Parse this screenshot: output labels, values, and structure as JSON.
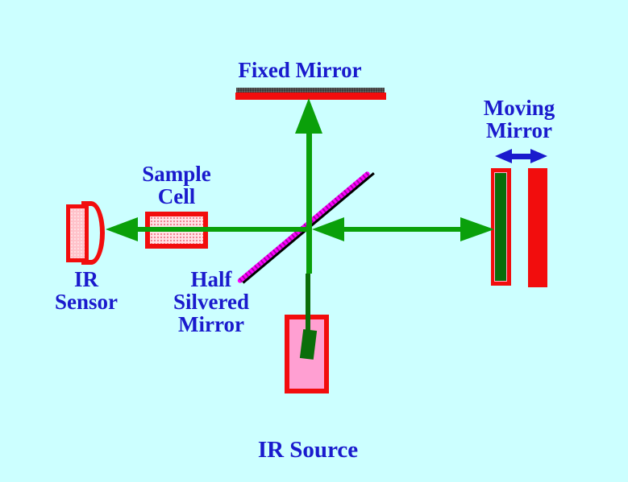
{
  "diagram": {
    "title": "Michelson interferometer (FTIR spectrometer) schematic",
    "background_color": "#ccffff",
    "labels": {
      "fixed_mirror": "Fixed Mirror",
      "moving_mirror_line1": "Moving",
      "moving_mirror_line2": "Mirror",
      "sample_cell_line1": "Sample",
      "sample_cell_line2": "Cell",
      "ir_sensor_line1": "IR",
      "ir_sensor_line2": "Sensor",
      "half_silvered_mirror_line1": "Half",
      "half_silvered_mirror_line2": "Silvered",
      "half_silvered_mirror_line3": "Mirror",
      "ir_source": "IR Source"
    },
    "colors": {
      "label_text": "#1a1acd",
      "beam_green": "#0aa00a",
      "beam_dark_green": "#0a6e0a",
      "component_red": "#f20d0d",
      "source_pink": "#ff9fd2",
      "sensor_pink": "#ffc2ca",
      "splitter_magenta": "#ff00ff",
      "fixed_mirror_dark": "#3a3a3a",
      "motion_arrow_blue": "#1a1acd"
    }
  }
}
